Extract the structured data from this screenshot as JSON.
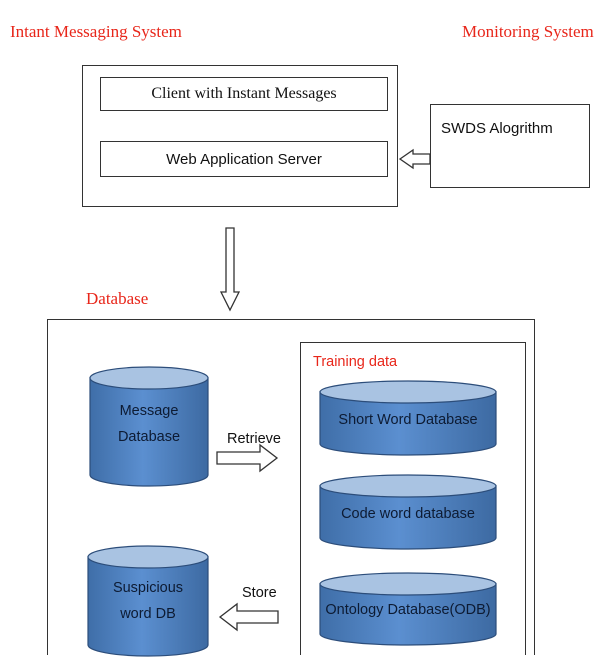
{
  "titles": {
    "im_system": "Intant Messaging System",
    "monitoring": "Monitoring System",
    "database": "Database",
    "training": "Training data"
  },
  "boxes": {
    "client": "Client with Instant Messages",
    "web_server": "Web Application Server",
    "swds": "SWDS Alogrithm"
  },
  "cylinders": {
    "message_db": [
      "Message",
      "Database"
    ],
    "suspicious_db": [
      "Suspicious",
      "word DB"
    ],
    "short_word_db": "Short Word Database",
    "code_word_db": "Code word database",
    "ontology_db": "Ontology Database(ODB)"
  },
  "arrow_labels": {
    "retrieve": "Retrieve",
    "store": "Store"
  },
  "colors": {
    "title_red": "#e8261a",
    "cylinder_fill": "#4f81bd",
    "cylinder_top": "#a9c3e2"
  }
}
